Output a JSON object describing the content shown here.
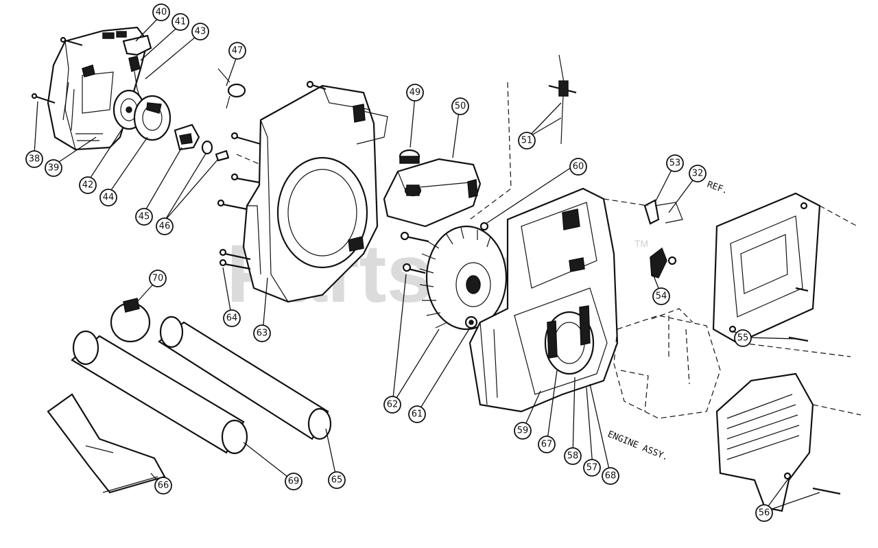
{
  "watermark": {
    "text": "PartsTree",
    "trademark": "TM"
  },
  "notes": {
    "engine": "ENGINE ASSY.",
    "ref": "REF."
  },
  "callouts": [
    {
      "label": "40",
      "name": "callout-40"
    },
    {
      "label": "41",
      "name": "callout-41"
    },
    {
      "label": "43",
      "name": "callout-43"
    },
    {
      "label": "47",
      "name": "callout-47"
    },
    {
      "label": "38",
      "name": "callout-38"
    },
    {
      "label": "39",
      "name": "callout-39"
    },
    {
      "label": "42",
      "name": "callout-42"
    },
    {
      "label": "44",
      "name": "callout-44"
    },
    {
      "label": "45",
      "name": "callout-45"
    },
    {
      "label": "46",
      "name": "callout-46"
    },
    {
      "label": "49",
      "name": "callout-49"
    },
    {
      "label": "50",
      "name": "callout-50"
    },
    {
      "label": "51",
      "name": "callout-51"
    },
    {
      "label": "60",
      "name": "callout-60"
    },
    {
      "label": "53",
      "name": "callout-53"
    },
    {
      "label": "32",
      "name": "callout-32"
    },
    {
      "label": "54",
      "name": "callout-54"
    },
    {
      "label": "55",
      "name": "callout-55"
    },
    {
      "label": "70",
      "name": "callout-70"
    },
    {
      "label": "64",
      "name": "callout-64"
    },
    {
      "label": "63",
      "name": "callout-63"
    },
    {
      "label": "62",
      "name": "callout-62"
    },
    {
      "label": "61",
      "name": "callout-61"
    },
    {
      "label": "59",
      "name": "callout-59"
    },
    {
      "label": "67",
      "name": "callout-67"
    },
    {
      "label": "58",
      "name": "callout-58"
    },
    {
      "label": "57",
      "name": "callout-57"
    },
    {
      "label": "68",
      "name": "callout-68"
    },
    {
      "label": "66",
      "name": "callout-66"
    },
    {
      "label": "69",
      "name": "callout-69"
    },
    {
      "label": "65",
      "name": "callout-65"
    },
    {
      "label": "56",
      "name": "callout-56"
    }
  ]
}
